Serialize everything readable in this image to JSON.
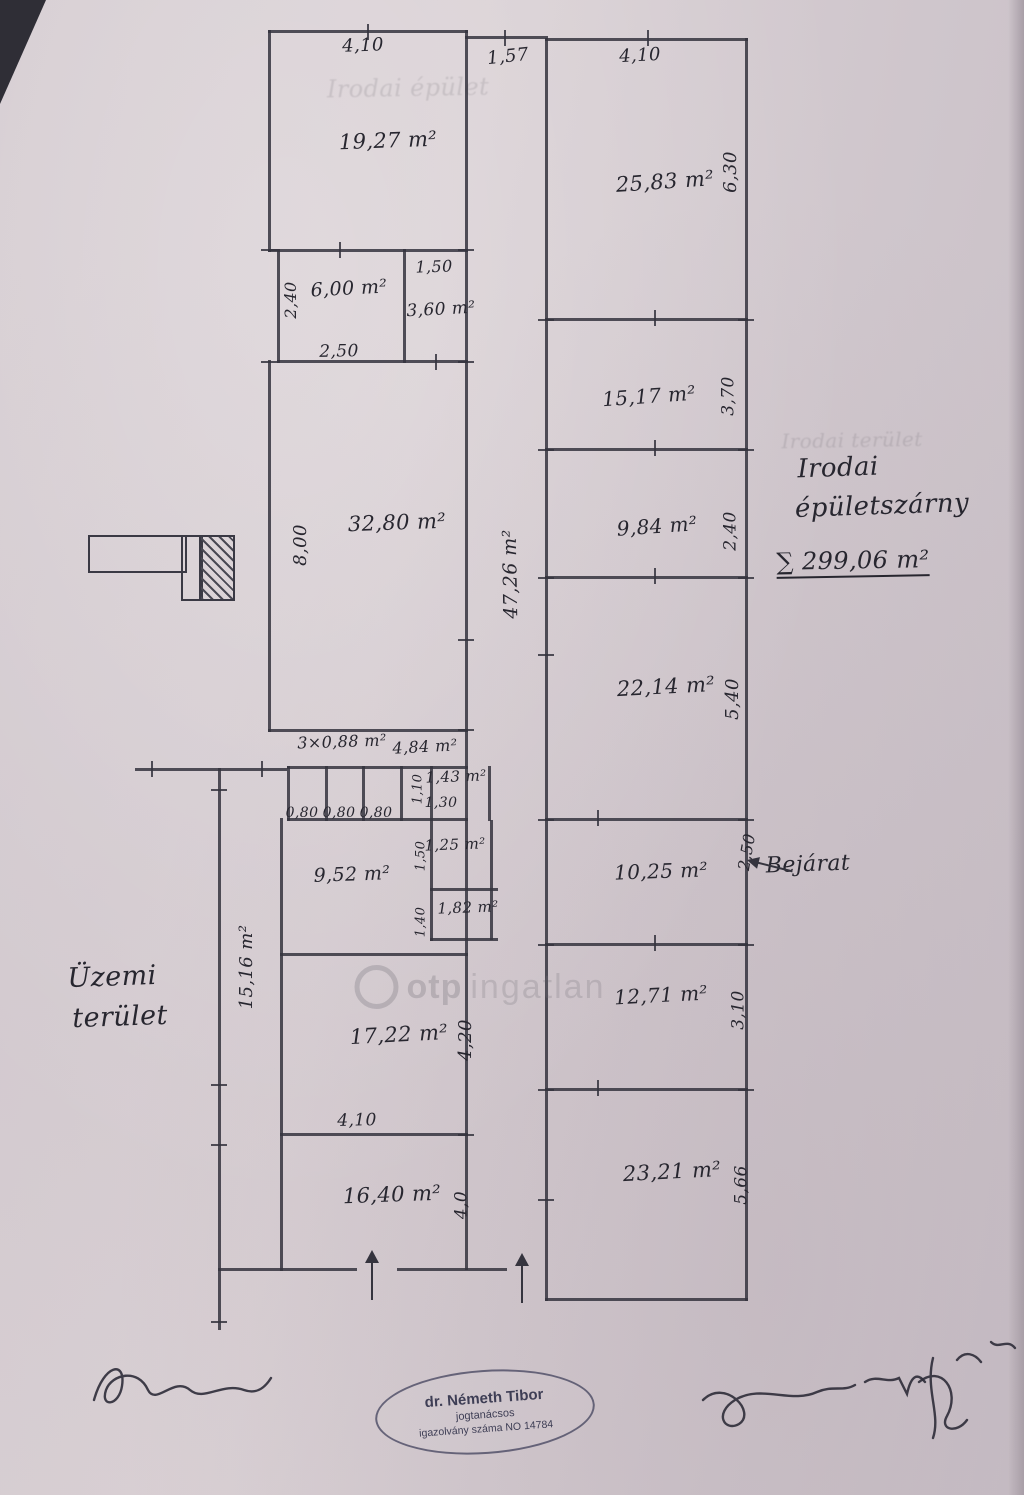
{
  "plan": {
    "rooms": {
      "r1927": "19,27 m²",
      "r2583": "25,83 m²",
      "r600": "6,00 m²",
      "r360": "3,60 m²",
      "r1517": "15,17 m²",
      "r3280": "32,80 m²",
      "r984": "9,84 m²",
      "r4726": "47,26 m²",
      "r2214": "22,14 m²",
      "r3x088": "3×0,88 m²",
      "r484": "4,84 m²",
      "r143": "1,43 m²",
      "r125": "1,25 m²",
      "r952": "9,52 m²",
      "r182": "1,82 m²",
      "r1025": "10,25 m²",
      "r1516": "15,16 m²",
      "r1271": "12,71 m²",
      "r1722": "17,22 m²",
      "r1640": "16,40 m²",
      "r2321": "23,21 m²"
    },
    "dims": {
      "d410a": "4,10",
      "d157": "1,57",
      "d410b": "4,10",
      "d630": "6,30",
      "d240a": "2,40",
      "d150a": "1,50",
      "d250": "2,50",
      "d370": "3,70",
      "d800": "8,00",
      "d240b": "2,40",
      "d540": "5,40",
      "d080a": "0,80",
      "d080b": "0,80",
      "d080c": "0,80",
      "d110": "1,10",
      "d130": "1,30",
      "d150b": "1,50",
      "d140": "1,40",
      "d250b": "2,50",
      "d310": "3,10",
      "d420": "4,20",
      "d410c": "4,10",
      "d40": "4,0",
      "d566": "5,66"
    },
    "annotations": {
      "wing_line1": "Irodai",
      "wing_line2": "épületszárny",
      "total": "∑ 299,06 m²",
      "entrance": "Bejárat",
      "area_line1": "Üzemi",
      "area_line2": "terület"
    },
    "stamp": {
      "line1": "dr. Németh Tibor",
      "line2": "jogtanácsos",
      "line3": "igazolvány száma NO 14784"
    },
    "watermark": {
      "bold": "otp",
      "rest": "ingatlan"
    },
    "bleedthrough": {
      "t1": "Irodai épület",
      "t2": "Irodai terület"
    }
  }
}
